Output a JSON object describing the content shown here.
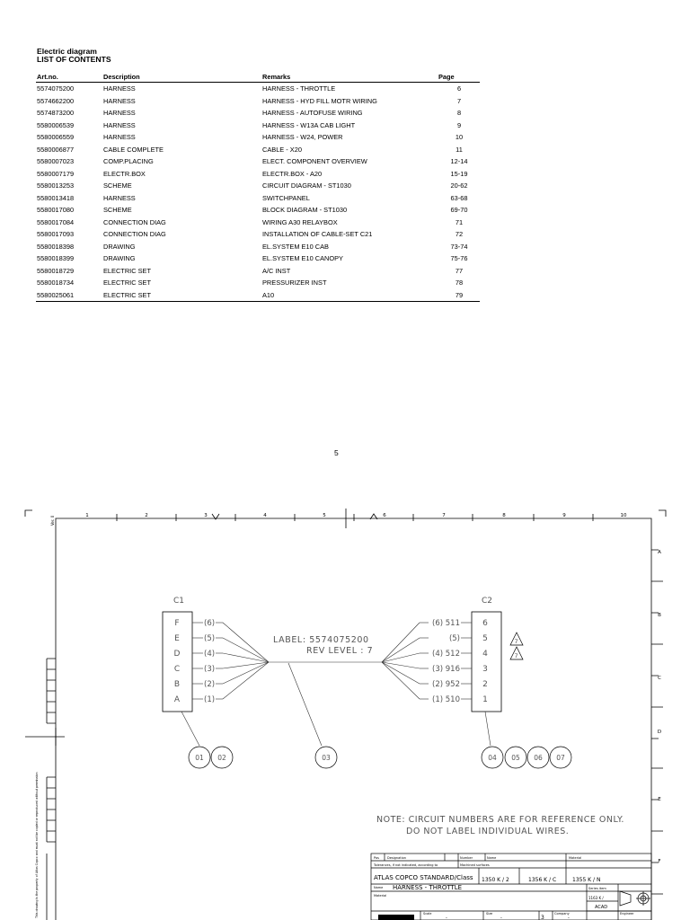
{
  "header": {
    "title": "Electric diagram",
    "subtitle": "LIST OF CONTENTS"
  },
  "contents": {
    "columns": [
      "Art.no.",
      "Description",
      "Remarks",
      "Page"
    ],
    "rows": [
      {
        "art": "5574075200",
        "desc": "HARNESS",
        "remarks": "HARNESS - THROTTLE",
        "page": "6"
      },
      {
        "art": "5574662200",
        "desc": "HARNESS",
        "remarks": "HARNESS - HYD FILL MOTR WIRING",
        "page": "7"
      },
      {
        "art": "5574873200",
        "desc": "HARNESS",
        "remarks": "HARNESS - AUTOFUSE WIRING",
        "page": "8"
      },
      {
        "art": "5580006539",
        "desc": "HARNESS",
        "remarks": "HARNESS - W13A CAB LIGHT",
        "page": "9"
      },
      {
        "art": "5580006559",
        "desc": "HARNESS",
        "remarks": "HARNESS - W24, POWER",
        "page": "10"
      },
      {
        "art": "5580006877",
        "desc": "CABLE COMPLETE",
        "remarks": "CABLE - X20",
        "page": "11"
      },
      {
        "art": "5580007023",
        "desc": "COMP.PLACING",
        "remarks": "ELECT. COMPONENT OVERVIEW",
        "page": "12-14"
      },
      {
        "art": "5580007179",
        "desc": "ELECTR.BOX",
        "remarks": "ELECTR.BOX - A20",
        "page": "15-19"
      },
      {
        "art": "5580013253",
        "desc": "SCHEME",
        "remarks": "CIRCUIT DIAGRAM - ST1030",
        "page": "20-62"
      },
      {
        "art": "5580013418",
        "desc": "HARNESS",
        "remarks": "SWITCHPANEL",
        "page": "63-68"
      },
      {
        "art": "5580017080",
        "desc": "SCHEME",
        "remarks": "BLOCK DIAGRAM - ST1030",
        "page": "69-70"
      },
      {
        "art": "5580017084",
        "desc": "CONNECTION DIAG",
        "remarks": "WIRING A30 RELAYBOX",
        "page": "71"
      },
      {
        "art": "5580017093",
        "desc": "CONNECTION DIAG",
        "remarks": "INSTALLATION OF CABLE-SET C21",
        "page": "72"
      },
      {
        "art": "5580018398",
        "desc": "DRAWING",
        "remarks": "EL.SYSTEM E10 CAB",
        "page": "73-74"
      },
      {
        "art": "5580018399",
        "desc": "DRAWING",
        "remarks": "EL.SYSTEM E10 CANOPY",
        "page": "75-76"
      },
      {
        "art": "5580018729",
        "desc": "ELECTRIC SET",
        "remarks": "A/C INST",
        "page": "77"
      },
      {
        "art": "5580018734",
        "desc": "ELECTRIC SET",
        "remarks": "PRESSURIZER INST",
        "page": "78"
      },
      {
        "art": "5580025061",
        "desc": "ELECTRIC SET",
        "remarks": "A10",
        "page": "79"
      }
    ]
  },
  "page_number": "5",
  "drawing": {
    "frame_cols": [
      "1",
      "2",
      "3",
      "4",
      "5",
      "6",
      "7",
      "8",
      "9",
      "10"
    ],
    "frame_rows": [
      "A",
      "B",
      "C",
      "D",
      "E",
      "F"
    ],
    "side_label": "Ver. 0",
    "c1": {
      "title": "C1",
      "pins": [
        "F",
        "E",
        "D",
        "C",
        "B",
        "A"
      ],
      "wires": [
        "(6)",
        "(5)",
        "(4)",
        "(3)",
        "(2)",
        "(1)"
      ]
    },
    "c2": {
      "title": "C2",
      "pins": [
        "6",
        "5",
        "4",
        "3",
        "2",
        "1"
      ],
      "wires": [
        "(6) 511",
        "(5)",
        "(4) 512",
        "(3) 916",
        "(2) 952",
        "(1) 510"
      ]
    },
    "revision_flag": "7",
    "label_line1": "LABEL: 5574075200",
    "label_line2": "REV LEVEL : 7",
    "balloons": [
      "01",
      "02",
      "03",
      "04",
      "05",
      "06",
      "07"
    ],
    "note_line1": "NOTE: CIRCUIT NUMBERS ARE FOR REFERENCE ONLY.",
    "note_line2": "DO NOT LABEL INDIVIDUAL WIRES.",
    "title_block": {
      "pos": "Pos",
      "designation": "Designation",
      "number": "Number",
      "name_col": "Name",
      "material_col": "Material",
      "tolerances": "Tolerances, if not indicated, according to",
      "surfaces": "Machined surfaces",
      "standard": "ATLAS COPCO STANDARD/Class",
      "class1": "1350 K / 2",
      "class2": "1356 K / C",
      "class3": "1355 K / N",
      "name_label": "Name",
      "name_value": "HARNESS - THROTTLE",
      "material_label": "Material",
      "series": "Series item",
      "fill_ref": "1163 K /",
      "acad": "ACAD",
      "scale": "Scale",
      "size": "Size",
      "company": "Company",
      "engineer": "Engineer",
      "sheet": "3",
      "dash": "-"
    },
    "copyright": "This drawing is the property of Atlas Copco and must not be copied or reproduced without permission"
  }
}
